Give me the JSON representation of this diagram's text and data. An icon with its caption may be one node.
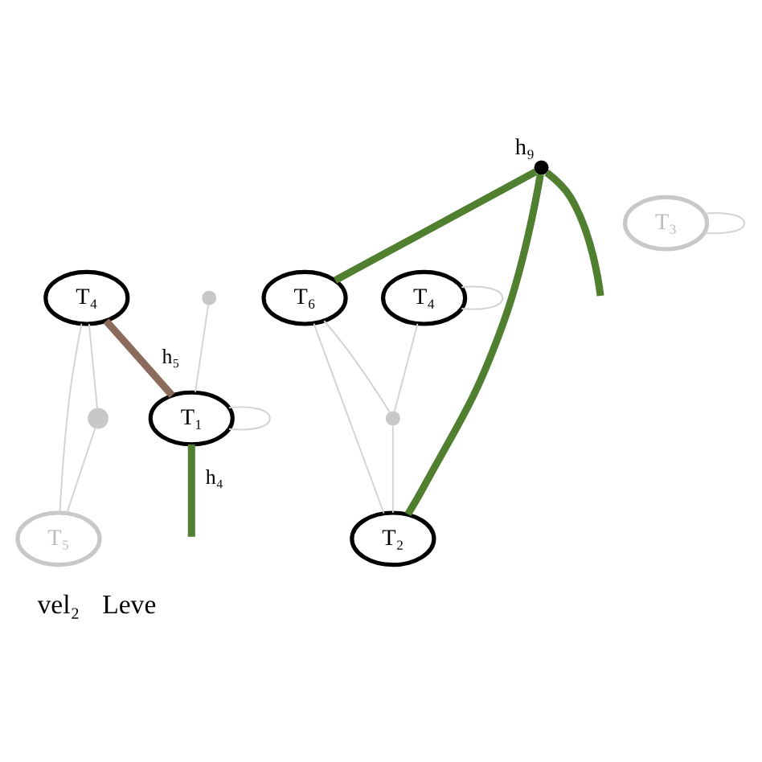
{
  "diagram": {
    "nodes": [
      {
        "text": [
          "T₄"
        ]
      },
      {
        "text": [
          "T₁"
        ]
      },
      {
        "text": [
          "T₅"
        ]
      },
      {
        "text": [],
        "shape": "circle"
      },
      {
        "text": [],
        "shape": "circle"
      },
      {
        "text": [
          "T₆"
        ]
      },
      {
        "text": [
          "T₄"
        ]
      },
      {
        "text": [
          "T₂"
        ]
      },
      {
        "text": [
          "T₃"
        ]
      },
      {
        "text": [],
        "shape": "circle",
        "beside": [
          "h₉"
        ]
      },
      {
        "text": [],
        "shape": "circle"
      }
    ],
    "edges": [
      {
        "from": 0,
        "to": 1,
        "arrow": "none",
        "label": "h₅",
        "style": "thick",
        "color": "#8b6b5c"
      },
      {
        "from": 1,
        "to": null,
        "arrow": "none",
        "label": "h₄",
        "style": "thick",
        "color": "#4f7f2f"
      },
      {
        "from": 1,
        "to": 1,
        "arrow": "none",
        "color": "#d3d3d3"
      },
      {
        "from": 3,
        "to": 1,
        "arrow": "none",
        "color": "#d3d3d3"
      },
      {
        "from": 0,
        "to": 4,
        "arrow": "none",
        "color": "#d3d3d3"
      },
      {
        "from": 0,
        "to": 2,
        "arrow": "none",
        "color": "#d3d3d3"
      },
      {
        "from": 4,
        "to": 2,
        "arrow": "none",
        "color": "#d3d3d3"
      },
      {
        "from": 9,
        "to": 5,
        "arrow": "none",
        "style": "thick",
        "color": "#4f7f2f"
      },
      {
        "from": 9,
        "to": 7,
        "arrow": "none",
        "style": "thick",
        "color": "#4f7f2f"
      },
      {
        "from": 9,
        "to": null,
        "arrow": "none",
        "style": "thick",
        "color": "#4f7f2f"
      },
      {
        "from": 6,
        "to": 6,
        "arrow": "none",
        "color": "#d3d3d3"
      },
      {
        "from": 5,
        "to": 10,
        "arrow": "none",
        "color": "#d3d3d3"
      },
      {
        "from": 6,
        "to": 10,
        "arrow": "none",
        "color": "#d3d3d3"
      },
      {
        "from": 10,
        "to": 7,
        "arrow": "none",
        "color": "#d3d3d3"
      },
      {
        "from": 5,
        "to": 7,
        "arrow": "none",
        "color": "#d3d3d3"
      },
      {
        "from": 8,
        "to": 8,
        "arrow": "none",
        "color": "#d3d3d3"
      }
    ],
    "labels": [
      "vel₂",
      "Leve"
    ]
  }
}
